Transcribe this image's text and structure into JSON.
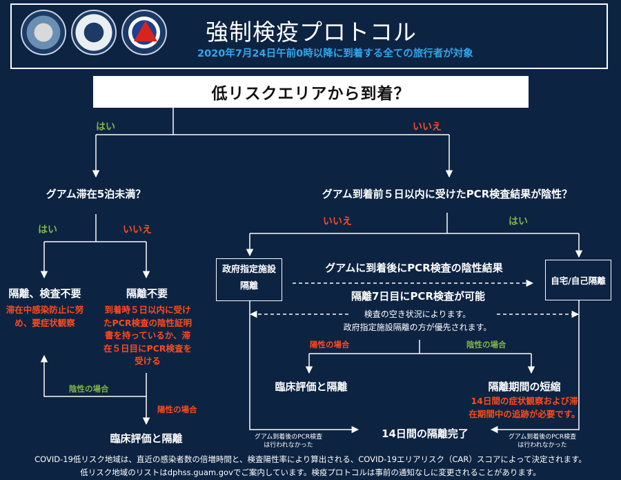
{
  "header": {
    "title": "強制検疫プロトコル",
    "subtitle": "2020年7月24日午前0時以降に到着する全ての旅行者が対象"
  },
  "question_top": "低リスクエリアから到着？",
  "branch_top_yes": "はい",
  "branch_top_no": "いいえ",
  "left": {
    "question": "グアム滞在5泊未満？",
    "yes": "はい",
    "no": "いいえ",
    "yes_title": "隔離、検査不要",
    "yes_note": [
      "滞在中感染防止に努",
      "め、要症状観察"
    ],
    "no_title": "隔離不要",
    "no_note": [
      "到着時５日以内に受け",
      "たPCR検査の陰性証明",
      "書を持っているか、滞",
      "在５日目にPCR検査を",
      "受ける"
    ],
    "negative_case": "陰性の場合",
    "positive_case": "陽性の場合",
    "result": "臨床評価と隔離"
  },
  "right": {
    "question": "グアム到着前５日以内に受けたPCR検査結果が陰性？",
    "no": "いいえ",
    "yes": "はい",
    "gov_box": [
      "政府指定施設",
      "隔離"
    ],
    "home_box": "自宅/自己隔離",
    "arrow_text_1": "グアムに到着後にPCR検査の陰性結果",
    "arrow_text_2": "隔離7日目にPCR検査が可能",
    "availability": [
      "検査の空き状況によります。",
      "政府指定施設隔離の方が優先されます。"
    ],
    "positive_case": "陽性の場合",
    "negative_case": "陰性の場合",
    "clinical": "臨床評価と隔離",
    "shorten_title": "隔離期間の短縮",
    "shorten_note": [
      "14日間の症状観察および滞",
      "在期間中の追跡が必要です。"
    ],
    "complete": "14日間の隔離完了",
    "no_test_left": [
      "グアム到着後のPCR検査",
      "は行われなかった"
    ],
    "no_test_right": [
      "グアム到着後のPCR検査",
      "は行われなかった"
    ]
  },
  "footer": [
    "COVID-19低リスク地域は、直近の感染者数の倍増時間と、検査陽性率により算出される、COVID-19エリアリスク（CAR）スコアによって決定されます。",
    "低リスク地域のリストはdphss.guam.govでご案内しています。検疫プロトコルは事前の通知なしに変更されることがあります。"
  ],
  "colors": {
    "background": "#0d2342",
    "yes": "#7fb446",
    "no": "#ff4a1c",
    "accent": "#2ea8ee"
  }
}
